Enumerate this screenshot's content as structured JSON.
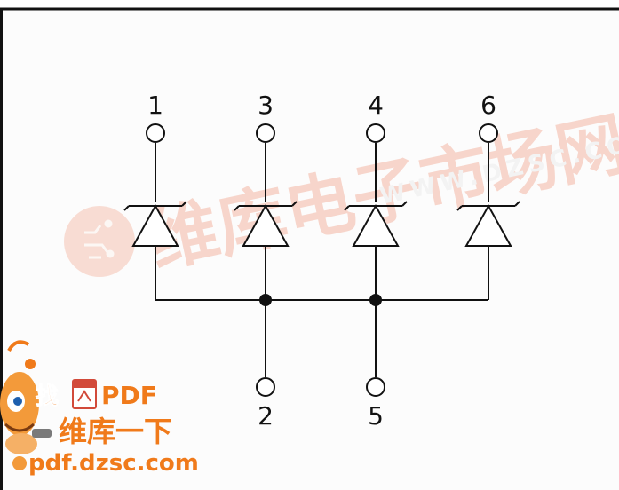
{
  "pins": {
    "top": [
      "1",
      "3",
      "4",
      "6"
    ],
    "bottom": [
      "2",
      "5"
    ]
  },
  "watermark": {
    "main": "维库电子市场网",
    "sub": "WWW.DZSC.COM",
    "color": "#f3b7a4"
  },
  "badge": {
    "line1": "找",
    "line1b": "PDF",
    "line2": "维库一下",
    "url": "pdf.dzsc.com",
    "color": "#f07a1a",
    "icon": "mascot-icon"
  }
}
